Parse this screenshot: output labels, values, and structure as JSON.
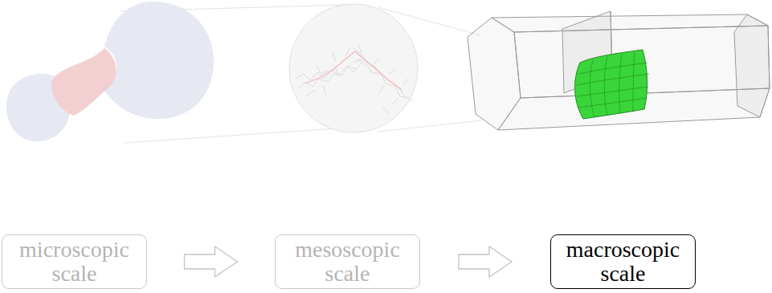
{
  "diagram": {
    "nodes": [
      {
        "text": [
          "microscopic scale"
        ]
      },
      {
        "text": [
          "mesoscopic scale"
        ]
      },
      {
        "text": [
          "macroscopic scale"
        ]
      }
    ],
    "edges": [
      {
        "from": 0,
        "to": 1,
        "arrow": "to"
      },
      {
        "from": 1,
        "to": 2,
        "arrow": "to"
      }
    ]
  }
}
